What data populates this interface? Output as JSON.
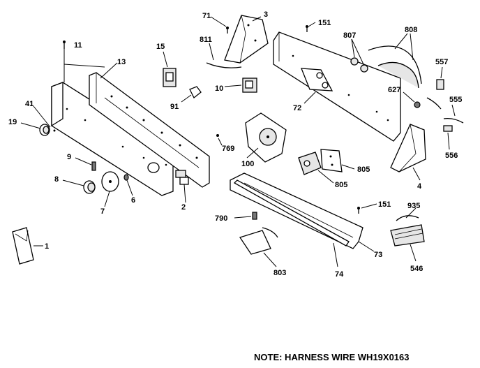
{
  "note": "NOTE: HARNESS WIRE WH19X0163",
  "parts": [
    {
      "id": "p71",
      "label": "71"
    },
    {
      "id": "p3",
      "label": "3"
    },
    {
      "id": "p151a",
      "label": "151"
    },
    {
      "id": "p807",
      "label": "807"
    },
    {
      "id": "p808",
      "label": "808"
    },
    {
      "id": "p11",
      "label": "11"
    },
    {
      "id": "p13",
      "label": "13"
    },
    {
      "id": "p15",
      "label": "15"
    },
    {
      "id": "p811",
      "label": "811"
    },
    {
      "id": "p557",
      "label": "557"
    },
    {
      "id": "p627",
      "label": "627"
    },
    {
      "id": "p555",
      "label": "555"
    },
    {
      "id": "p10",
      "label": "10"
    },
    {
      "id": "p72",
      "label": "72"
    },
    {
      "id": "p41",
      "label": "41"
    },
    {
      "id": "p19",
      "label": "19"
    },
    {
      "id": "p91",
      "label": "91"
    },
    {
      "id": "p556",
      "label": "556"
    },
    {
      "id": "p769",
      "label": "769"
    },
    {
      "id": "p100",
      "label": "100"
    },
    {
      "id": "p9",
      "label": "9"
    },
    {
      "id": "p805a",
      "label": "805"
    },
    {
      "id": "p805b",
      "label": "805"
    },
    {
      "id": "p8",
      "label": "8"
    },
    {
      "id": "p6",
      "label": "6"
    },
    {
      "id": "p4",
      "label": "4"
    },
    {
      "id": "p7",
      "label": "7"
    },
    {
      "id": "p2",
      "label": "2"
    },
    {
      "id": "p151b",
      "label": "151"
    },
    {
      "id": "p935",
      "label": "935"
    },
    {
      "id": "p790",
      "label": "790"
    },
    {
      "id": "p1",
      "label": "1"
    },
    {
      "id": "p73",
      "label": "73"
    },
    {
      "id": "p803",
      "label": "803"
    },
    {
      "id": "p74",
      "label": "74"
    },
    {
      "id": "p546",
      "label": "546"
    }
  ]
}
